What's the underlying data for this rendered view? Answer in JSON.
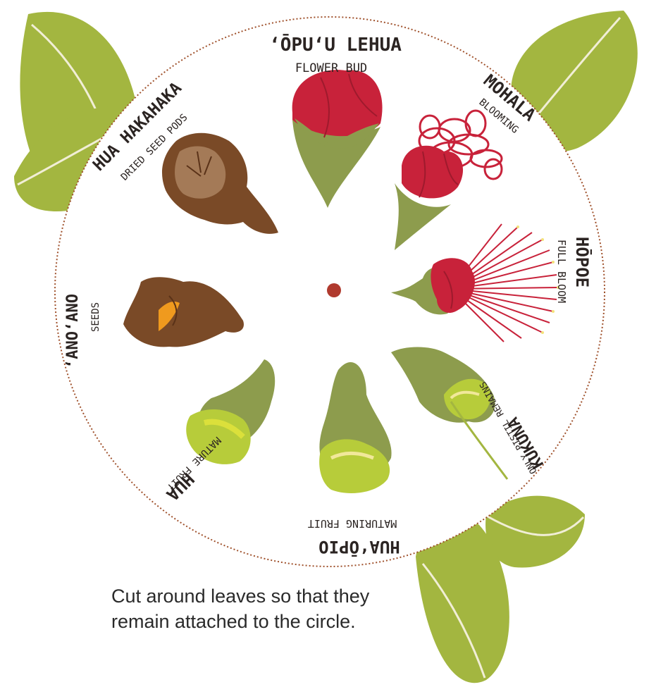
{
  "colors": {
    "leaf": "#a3b640",
    "leaf_vein": "#f1eed6",
    "bud_red": "#c8223a",
    "calyx_green": "#8d9c4d",
    "seed_brown": "#7a4a27",
    "seed_light": "#a47a57",
    "fruit_lime": "#b7cc3a",
    "seed_orange": "#f09a1e",
    "dotted_border": "#a0522d",
    "center_dot": "#b03a2e"
  },
  "stages": [
    {
      "id": "opuu-lehua",
      "title": "ʻŌPUʻU LEHUA",
      "subtitle": "FLOWER BUD",
      "icon": "flower-bud-icon"
    },
    {
      "id": "mohala",
      "title": "MOHALA",
      "subtitle": "BLOOMING",
      "icon": "blooming-flower-icon"
    },
    {
      "id": "hopoe",
      "title": "HŌPOE",
      "subtitle": "FULL BLOOM",
      "icon": "full-bloom-flower-icon"
    },
    {
      "id": "kukuna",
      "title": "KUKUNA",
      "subtitle": "ONLY PISTIL REMAINS",
      "icon": "pistil-fruit-icon"
    },
    {
      "id": "huaopio",
      "title": "HUAʻŌPIO",
      "subtitle": "MATURING FRUIT",
      "icon": "maturing-fruit-icon"
    },
    {
      "id": "hua",
      "title": "HUA",
      "subtitle": "MATURE FRUIT",
      "icon": "mature-fruit-icon"
    },
    {
      "id": "anoano",
      "title": "ʻANOʻANO",
      "subtitle": "SEEDS",
      "icon": "open-seed-pod-icon"
    },
    {
      "id": "hua-hakahaka",
      "title": "HUA HAKAHAKA",
      "subtitle": "DRIED SEED PODS",
      "icon": "dried-seed-pod-icon"
    }
  ],
  "instruction": "Cut around leaves so that they remain attached to the circle."
}
